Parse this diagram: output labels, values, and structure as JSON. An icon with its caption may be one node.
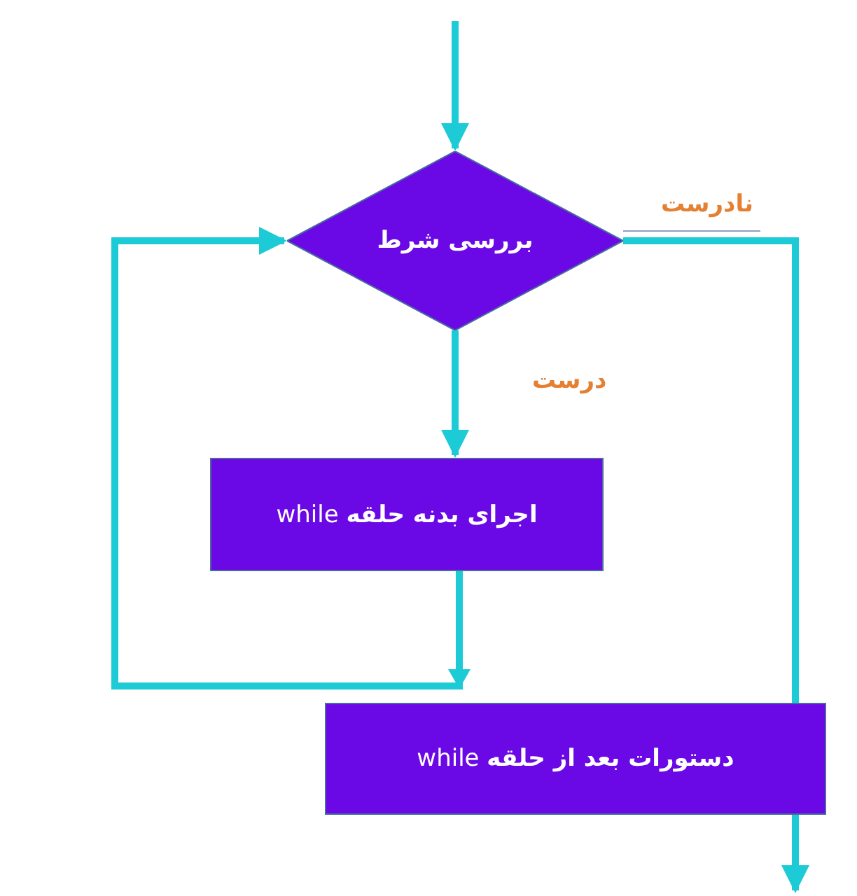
{
  "diagram": {
    "nodes": [
      {
        "text": [
          "بررسی شرط"
        ]
      },
      {
        "text": [
          "**اجرای بدنه حلقه** while"
        ]
      },
      {
        "text": [
          "**دستورات بعد از حلقه** while"
        ]
      }
    ],
    "edges": [
      {
        "from": null,
        "to": 0,
        "arrow": "to"
      },
      {
        "from": 0,
        "to": 1,
        "arrow": "to",
        "label": "درست"
      },
      {
        "from": 1,
        "to": 0,
        "arrow": "to"
      },
      {
        "from": 0,
        "to": 2,
        "arrow": "none",
        "label": "نادرست"
      },
      {
        "from": 2,
        "to": null,
        "arrow": "to"
      }
    ]
  }
}
